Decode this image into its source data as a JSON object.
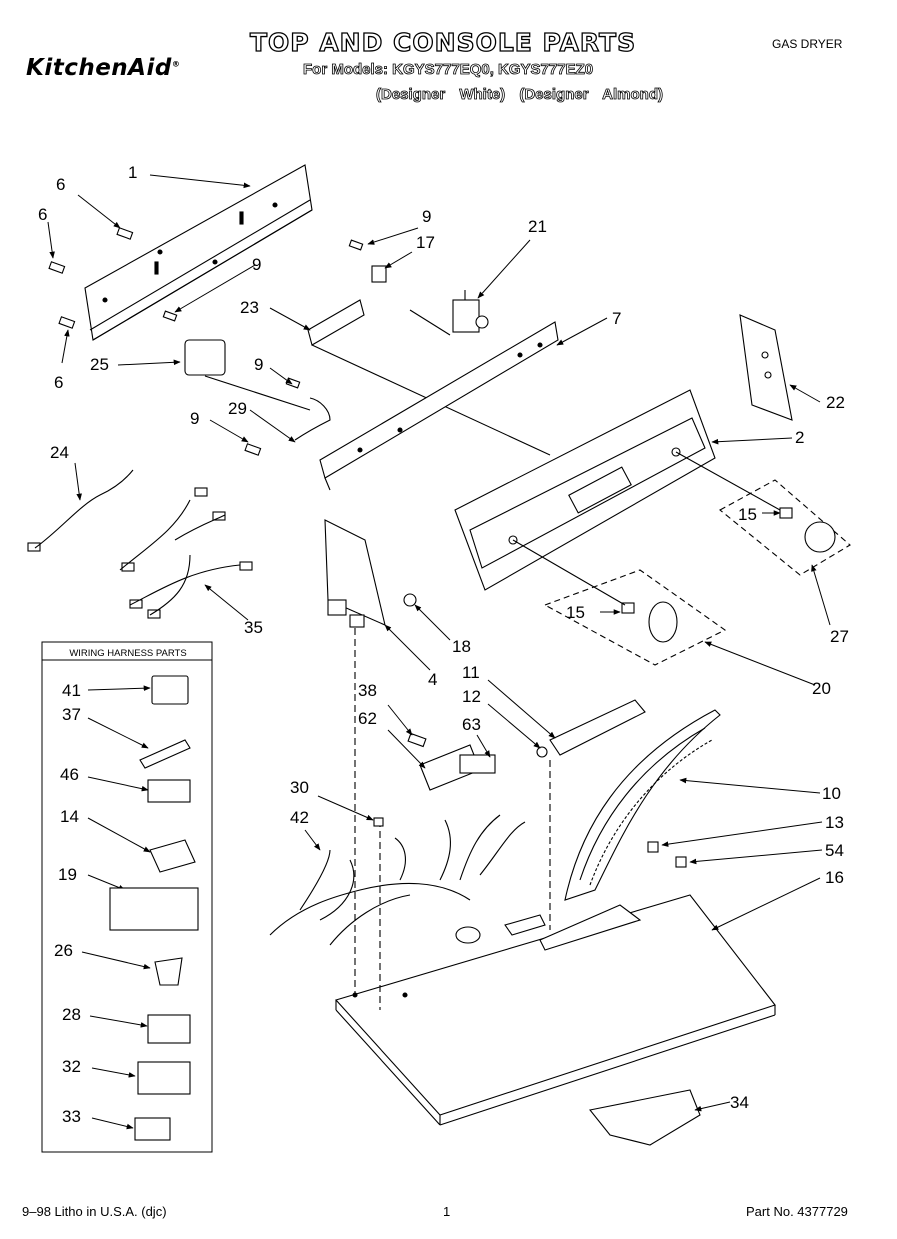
{
  "header": {
    "brand": "KitchenAid",
    "brand_mark": "®",
    "title": "TOP AND CONSOLE PARTS",
    "models_line": "For Models: KGYS777EQ0, KGYS777EZ0",
    "variant_white": "(Designer White)",
    "variant_almond": "(Designer Almond)",
    "dryer_type": "GAS DRYER"
  },
  "harness_box": {
    "title": "WIRING HARNESS PARTS",
    "parts": [
      "41",
      "37",
      "46",
      "14",
      "19",
      "26",
      "28",
      "32",
      "33"
    ]
  },
  "callouts": {
    "c1": "1",
    "c2": "2",
    "c4": "4",
    "c6a": "6",
    "c6b": "6",
    "c6c": "6",
    "c7": "7",
    "c9a": "9",
    "c9b": "9",
    "c9c": "9",
    "c9d": "9",
    "c10": "10",
    "c11": "11",
    "c12": "12",
    "c13": "13",
    "c15a": "15",
    "c15b": "15",
    "c16": "16",
    "c17": "17",
    "c18": "18",
    "c20": "20",
    "c21": "21",
    "c22": "22",
    "c23": "23",
    "c24": "24",
    "c25": "25",
    "c27": "27",
    "c29": "29",
    "c30": "30",
    "c34": "34",
    "c35": "35",
    "c38": "38",
    "c42": "42",
    "c54": "54",
    "c62": "62",
    "c63": "63"
  },
  "footer": {
    "print_info": "9–98 Litho in U.S.A. (djc)",
    "page": "1",
    "part_no": "Part No. 4377729"
  }
}
